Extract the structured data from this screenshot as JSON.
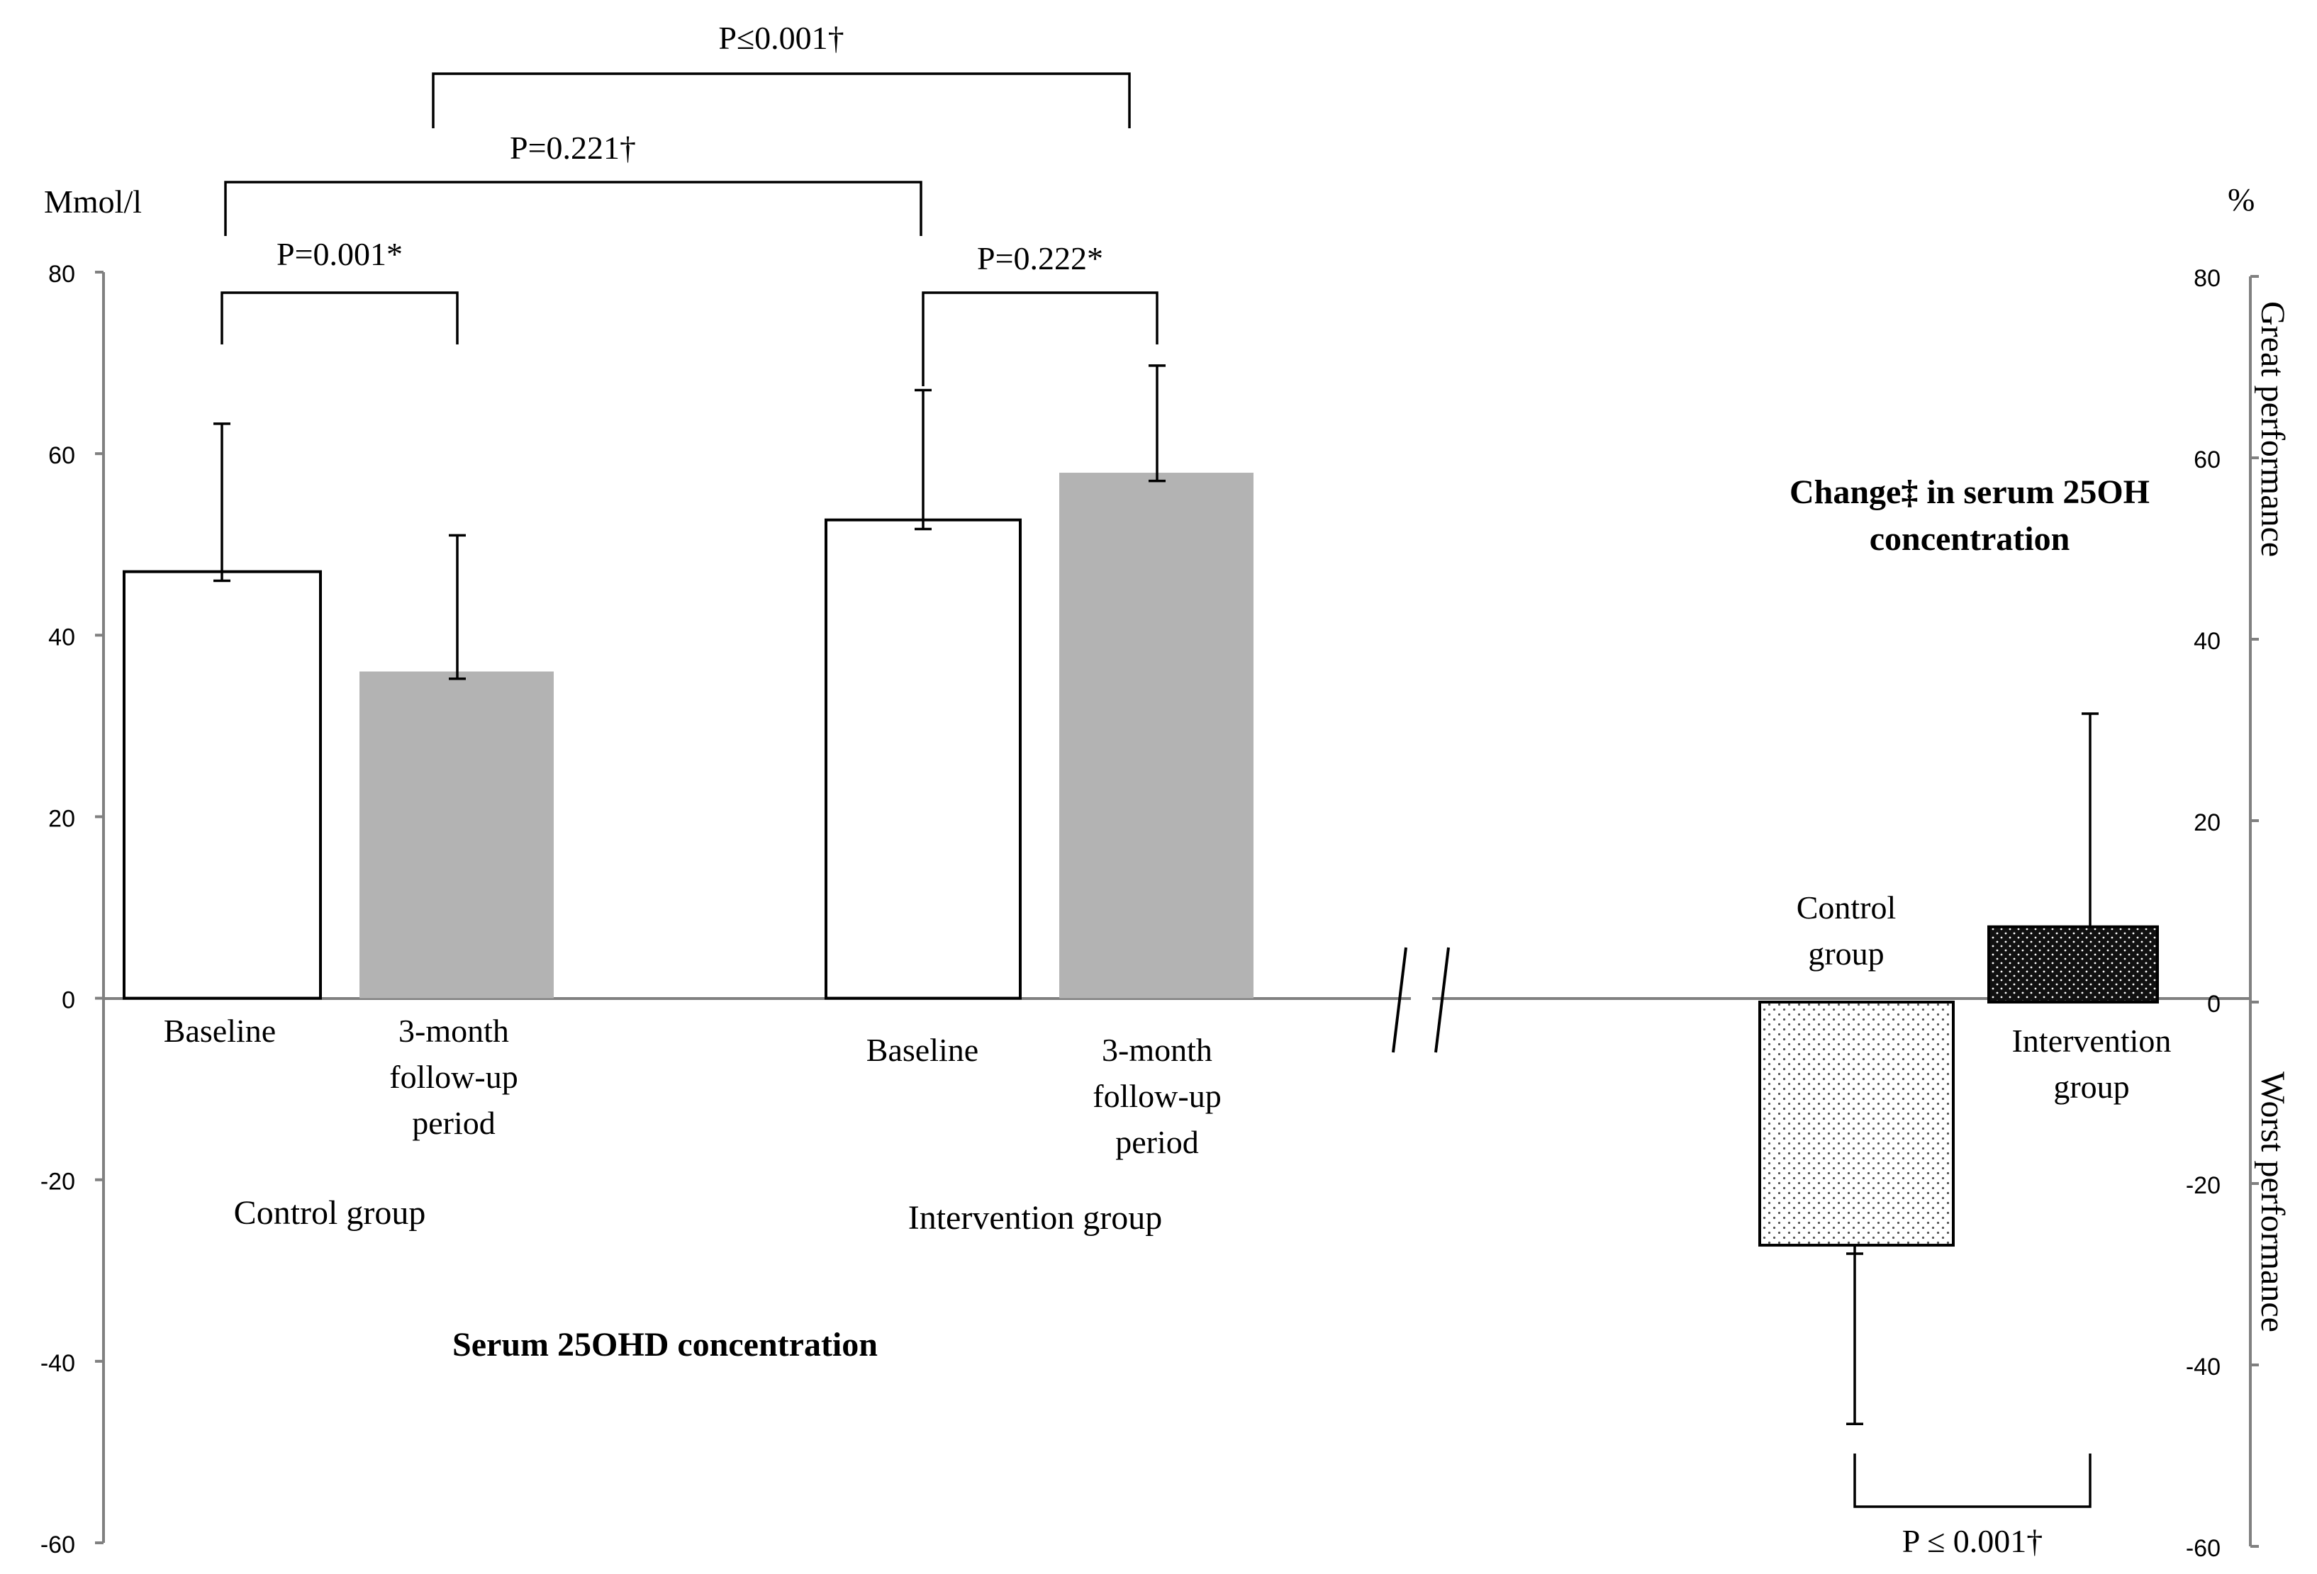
{
  "chart_data": {
    "type": "bar",
    "ylim": [
      -60,
      80
    ],
    "yticks": [
      "80",
      "60",
      "40",
      "20",
      "0",
      "-20",
      "-40",
      "-60"
    ],
    "y_left_unit": "Mmol/l",
    "y_right_unit": "%",
    "y_right_top_label": "Great performance",
    "y_right_bottom_label": "Worst performance",
    "left_panel_title": "Serum 25OHD concentration",
    "right_panel_title_line1": "Change‡ in serum 25OH",
    "right_panel_title_line2": "concentration",
    "groups": [
      {
        "name": "Control group",
        "bars": [
          {
            "label_lines": [
              "Baseline"
            ],
            "value": 47,
            "error_upper": 63.3,
            "error_lower": 46,
            "fill": "#ffffff"
          },
          {
            "label_lines": [
              "3-month",
              "follow-up",
              "period"
            ],
            "value": 36,
            "error_upper": 51,
            "error_lower": 35.2,
            "fill": "#b3b3b3"
          }
        ]
      },
      {
        "name": "Intervention group",
        "bars": [
          {
            "label_lines": [
              "Baseline"
            ],
            "value": 52.7,
            "error_upper": 67,
            "error_lower": 51.7,
            "fill": "#ffffff"
          },
          {
            "label_lines": [
              "3-month",
              "follow-up",
              "period"
            ],
            "value": 57.9,
            "error_upper": 69.7,
            "error_lower": 57,
            "fill": "#b3b3b3"
          }
        ]
      }
    ],
    "change_bars": [
      {
        "label_lines": [
          "Control",
          "group"
        ],
        "value": -26.8,
        "error": -46.5,
        "fill": "dotted-light"
      },
      {
        "label_lines": [
          "Intervention",
          "group"
        ],
        "value": 8.3,
        "error": 31.8,
        "fill": "dotted-dark"
      }
    ],
    "comparisons": [
      {
        "label": "P=0.001*"
      },
      {
        "label": "P=0.222*"
      },
      {
        "label": "P=0.221†"
      },
      {
        "label": "P≤0.001†"
      },
      {
        "label": "P ≤ 0.001†"
      }
    ],
    "colors": {
      "axis": "#808080",
      "bar_border": "#000000",
      "gray_bar": "#b3b3b3",
      "dark_bar": "#111111"
    }
  }
}
